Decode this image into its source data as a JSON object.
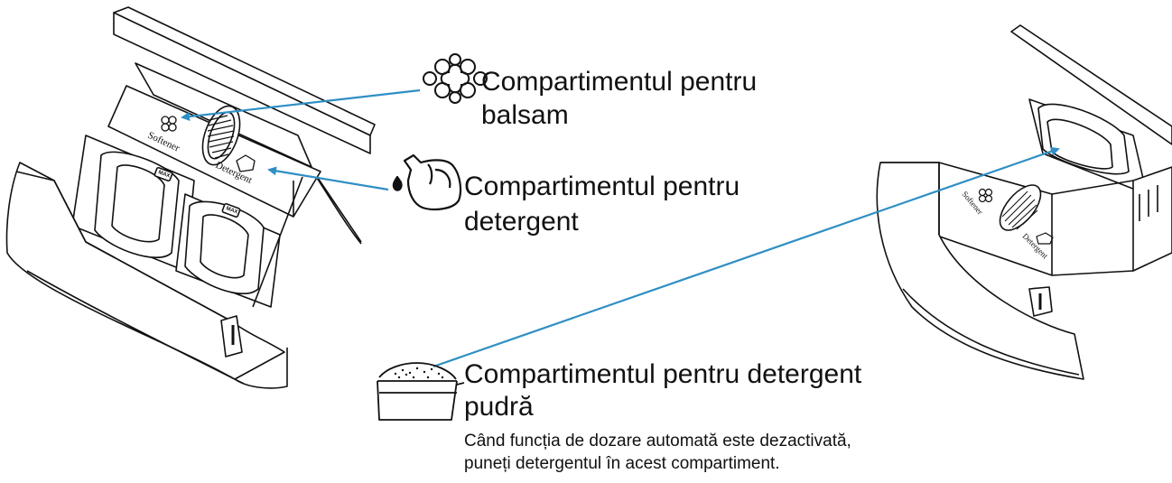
{
  "drawer_labels": {
    "softener": "Softener",
    "detergent": "Detergent",
    "max": "MAX"
  },
  "callouts": {
    "softener": {
      "icon": "flower-icon",
      "line1": "Compartimentul pentru",
      "line2": "balsam"
    },
    "liquid_detergent": {
      "icon": "detergent-bottle-icon",
      "line1": "Compartimentul pentru",
      "line2": "detergent"
    },
    "powder_detergent": {
      "icon": "powder-scoop-icon",
      "line1": "Compartimentul pentru detergent",
      "line2": "pudră",
      "note_line1": "Când funcția de dozare automată este dezactivată,",
      "note_line2": "puneți detergentul în acest compartiment."
    }
  },
  "colors": {
    "arrow": "#2f8fc4",
    "outline": "#111111"
  }
}
